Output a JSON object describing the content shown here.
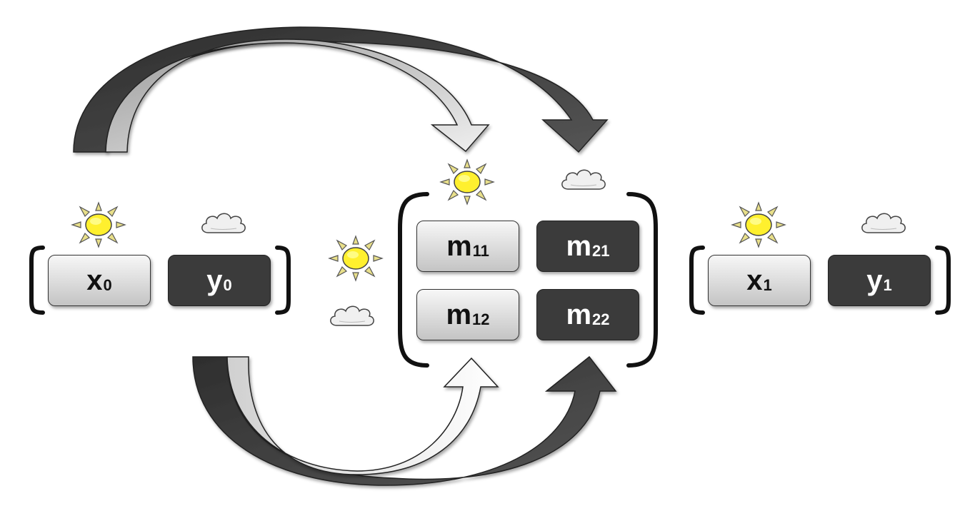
{
  "vector_in": {
    "x": {
      "base": "x",
      "sub": "0"
    },
    "y": {
      "base": "y",
      "sub": "0"
    }
  },
  "matrix": {
    "m11": {
      "base": "m",
      "sub": "11"
    },
    "m21": {
      "base": "m",
      "sub": "21"
    },
    "m12": {
      "base": "m",
      "sub": "12"
    },
    "m22": {
      "base": "m",
      "sub": "22"
    }
  },
  "vector_out": {
    "x": {
      "base": "x",
      "sub": "1"
    },
    "y": {
      "base": "y",
      "sub": "1"
    }
  },
  "colors": {
    "light_cell": "#d9d9d9",
    "dark_cell": "#3b3b3b",
    "sun": "#ffee33",
    "sun_ray": "#d9cc5a",
    "arrow_dark": "#3a3a3a",
    "arrow_light": "#c8c8c8"
  },
  "icons": [
    "sun-icon",
    "cloud-icon"
  ]
}
